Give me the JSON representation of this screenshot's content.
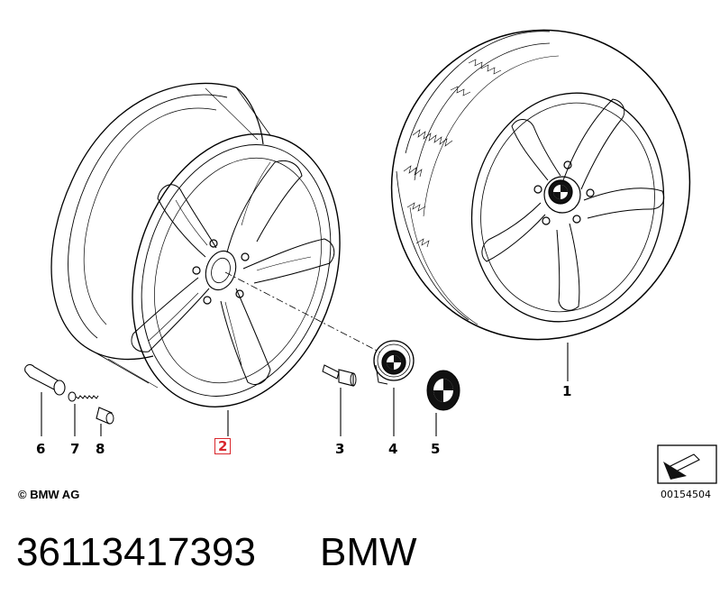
{
  "diagram": {
    "callouts": {
      "c1": "1",
      "c2": "2",
      "c3": "3",
      "c4": "4",
      "c5": "5",
      "c6": "6",
      "c7": "7",
      "c8": "8"
    },
    "copyright": "© BMW AG",
    "reference_number": "00154504",
    "highlight_color": "#d9262c",
    "emblem_icon": "bmw-roundel-icon"
  },
  "footer": {
    "part_number": "36113417393",
    "brand": "BMW"
  }
}
